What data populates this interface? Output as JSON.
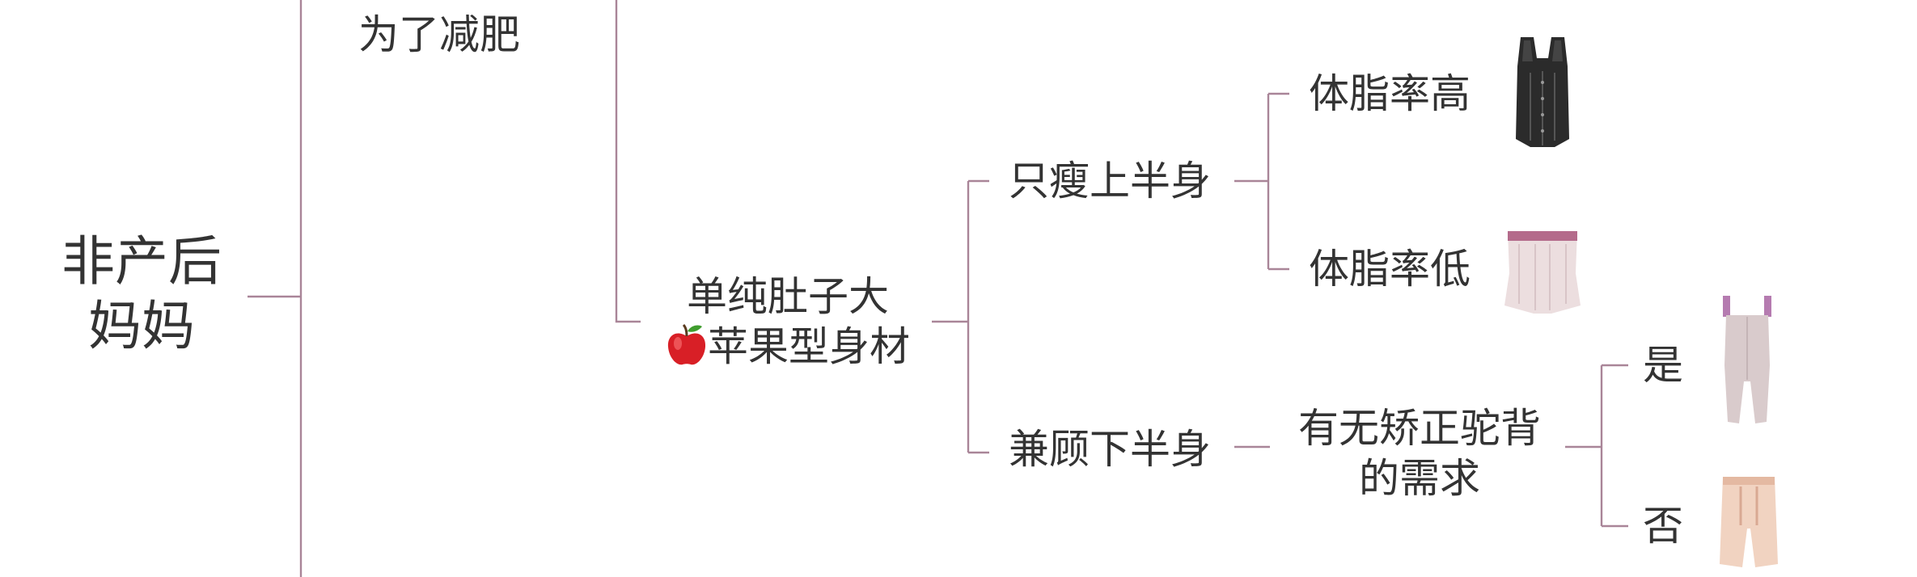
{
  "colors": {
    "connector": "#a98598",
    "text": "#333333"
  },
  "root": {
    "line1": "非产后",
    "line2": "妈妈"
  },
  "branch_a": {
    "label": "为了减肥"
  },
  "branch_b": {
    "line1": "单纯肚子大",
    "line2_icon": "apple-icon",
    "line2": "苹果型身材"
  },
  "upper": {
    "label": "只瘦上半身",
    "high": "体脂率高",
    "low": "体脂率低"
  },
  "lower": {
    "label": "兼顾下半身",
    "need_line1": "有无矫正驼背",
    "need_line2": "的需求",
    "yes": "是",
    "no": "否"
  },
  "images": {
    "high": "black-corset-vest-image",
    "low": "pink-waist-trainer-image",
    "yes": "bodysuit-shaper-image",
    "no": "high-waist-shorts-image"
  }
}
